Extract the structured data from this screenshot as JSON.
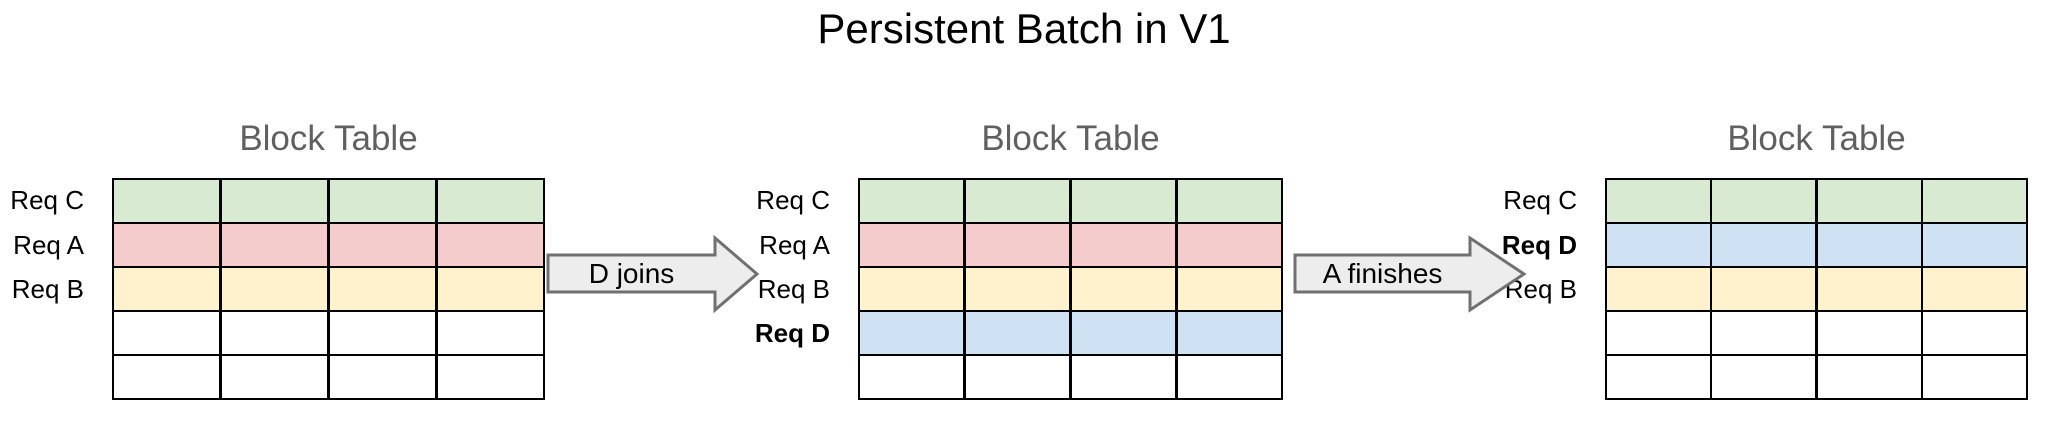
{
  "title": "Persistent Batch in V1",
  "colors": {
    "row_green": "#d9ead3",
    "row_red": "#f4cccc",
    "row_yellow": "#fff2cc",
    "row_blue": "#cfe2f3",
    "row_white": "#ffffff",
    "heading_gray": "#606060",
    "grid_line": "#000000",
    "arrow_fill": "#ededed",
    "arrow_stroke": "#707070"
  },
  "tables": [
    {
      "heading": "Block Table",
      "columns": 4,
      "rows": [
        {
          "label": "Req C",
          "bold": false,
          "color": "row_green"
        },
        {
          "label": "Req A",
          "bold": false,
          "color": "row_red"
        },
        {
          "label": "Req B",
          "bold": false,
          "color": "row_yellow"
        },
        {
          "label": "",
          "bold": false,
          "color": "row_white"
        },
        {
          "label": "",
          "bold": false,
          "color": "row_white"
        }
      ]
    },
    {
      "heading": "Block Table",
      "columns": 4,
      "rows": [
        {
          "label": "Req C",
          "bold": false,
          "color": "row_green"
        },
        {
          "label": "Req A",
          "bold": false,
          "color": "row_red"
        },
        {
          "label": "Req B",
          "bold": false,
          "color": "row_yellow"
        },
        {
          "label": "Req D",
          "bold": true,
          "color": "row_blue"
        },
        {
          "label": "",
          "bold": false,
          "color": "row_white"
        }
      ]
    },
    {
      "heading": "Block Table",
      "columns": 4,
      "rows": [
        {
          "label": "Req C",
          "bold": false,
          "color": "row_green"
        },
        {
          "label": "Req D",
          "bold": true,
          "color": "row_blue"
        },
        {
          "label": "Req B",
          "bold": false,
          "color": "row_yellow"
        },
        {
          "label": "",
          "bold": false,
          "color": "row_white"
        },
        {
          "label": "",
          "bold": false,
          "color": "row_white"
        }
      ]
    }
  ],
  "arrows": [
    {
      "label": "D joins"
    },
    {
      "label": "A finishes"
    }
  ]
}
